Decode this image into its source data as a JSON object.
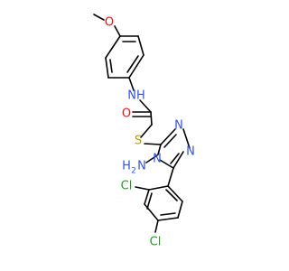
{
  "molecule": {
    "atoms": {
      "methoxy_o": {
        "label": "O",
        "color": "#ff0d0d"
      },
      "amide_nh": {
        "label": "NH",
        "color": "#3050f8"
      },
      "amide_o": {
        "label": "O",
        "color": "#ff0d0d"
      },
      "thio_s": {
        "label": "S",
        "color": "#b8a000"
      },
      "ring_n1": {
        "label": "N",
        "color": "#3050f8"
      },
      "ring_n2": {
        "label": "N",
        "color": "#3050f8"
      },
      "amino_n": {
        "label": "N",
        "color": "#3050f8"
      },
      "amino_h2": {
        "label": "H",
        "color": "#3050f8"
      },
      "amino_sub": {
        "label": "2",
        "color": "#3050f8"
      },
      "cl_ortho": {
        "label": "Cl",
        "color": "#1ea01e"
      },
      "cl_para": {
        "label": "Cl",
        "color": "#1ea01e"
      }
    }
  }
}
